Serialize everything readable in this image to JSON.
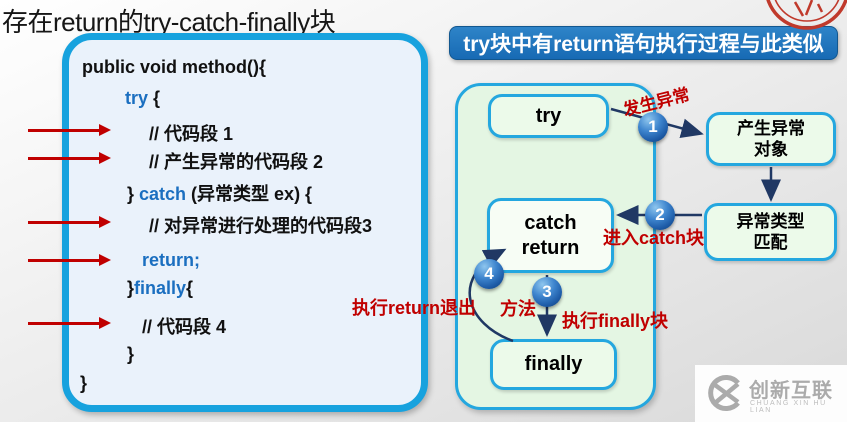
{
  "title": "存在return的try-catch-finally块",
  "code": {
    "lines": [
      {
        "arrow": false,
        "segments": [
          {
            "t": "public void method(){",
            "c": "plain"
          }
        ]
      },
      {
        "arrow": false,
        "segments": [
          {
            "t": "try",
            "c": "kw"
          },
          {
            "t": " {",
            "c": "plain"
          }
        ]
      },
      {
        "arrow": true,
        "segments": [
          {
            "t": "// 代码段 1",
            "c": "plain"
          }
        ]
      },
      {
        "arrow": true,
        "segments": [
          {
            "t": "// 产生异常的代码段 2",
            "c": "plain"
          }
        ]
      },
      {
        "arrow": false,
        "segments": [
          {
            "t": "} ",
            "c": "plain"
          },
          {
            "t": "catch",
            "c": "kw"
          },
          {
            "t": " (异常类型 ex) {",
            "c": "plain"
          }
        ]
      },
      {
        "arrow": true,
        "segments": [
          {
            "t": "// 对异常进行处理的代码段3",
            "c": "plain"
          }
        ]
      },
      {
        "arrow": true,
        "segments": [
          {
            "t": "return;",
            "c": "kw"
          }
        ]
      },
      {
        "arrow": false,
        "segments": [
          {
            "t": "}",
            "c": "plain"
          },
          {
            "t": "finally",
            "c": "kw"
          },
          {
            "t": "{",
            "c": "plain"
          }
        ]
      },
      {
        "arrow": true,
        "segments": [
          {
            "t": "// 代码段 4",
            "c": "plain"
          }
        ]
      },
      {
        "arrow": false,
        "segments": [
          {
            "t": "}",
            "c": "plain"
          }
        ]
      },
      {
        "arrow": false,
        "segments": [
          {
            "t": "}",
            "c": "plain"
          }
        ]
      }
    ]
  },
  "flow": {
    "header": "try块中有return语句执行过程与此类似",
    "nodes": {
      "try_label": "try",
      "catch_line1": "catch",
      "catch_line2": "return",
      "finally_label": "finally",
      "raise_line1": "产生异常",
      "raise_line2": "对象",
      "match_line1": "异常类型",
      "match_line2": "匹配"
    },
    "steps": [
      "1",
      "2",
      "3",
      "4"
    ],
    "edge_labels": {
      "step1": "发生异常",
      "step2": "进入catch块",
      "step3": "执行finally块",
      "step4a": "执行return退出",
      "step4b": "方法"
    }
  },
  "logo": {
    "name": "创新互联",
    "subtitle": "CHUANG XIN HU LIAN"
  },
  "colors": {
    "accent_cyan": "#17a2de",
    "keyword_blue": "#1b6fc0",
    "red": "#c00000",
    "header_blue": "#1c74be",
    "arrow_navy": "#203864",
    "container_green": "#e4f6e3"
  }
}
